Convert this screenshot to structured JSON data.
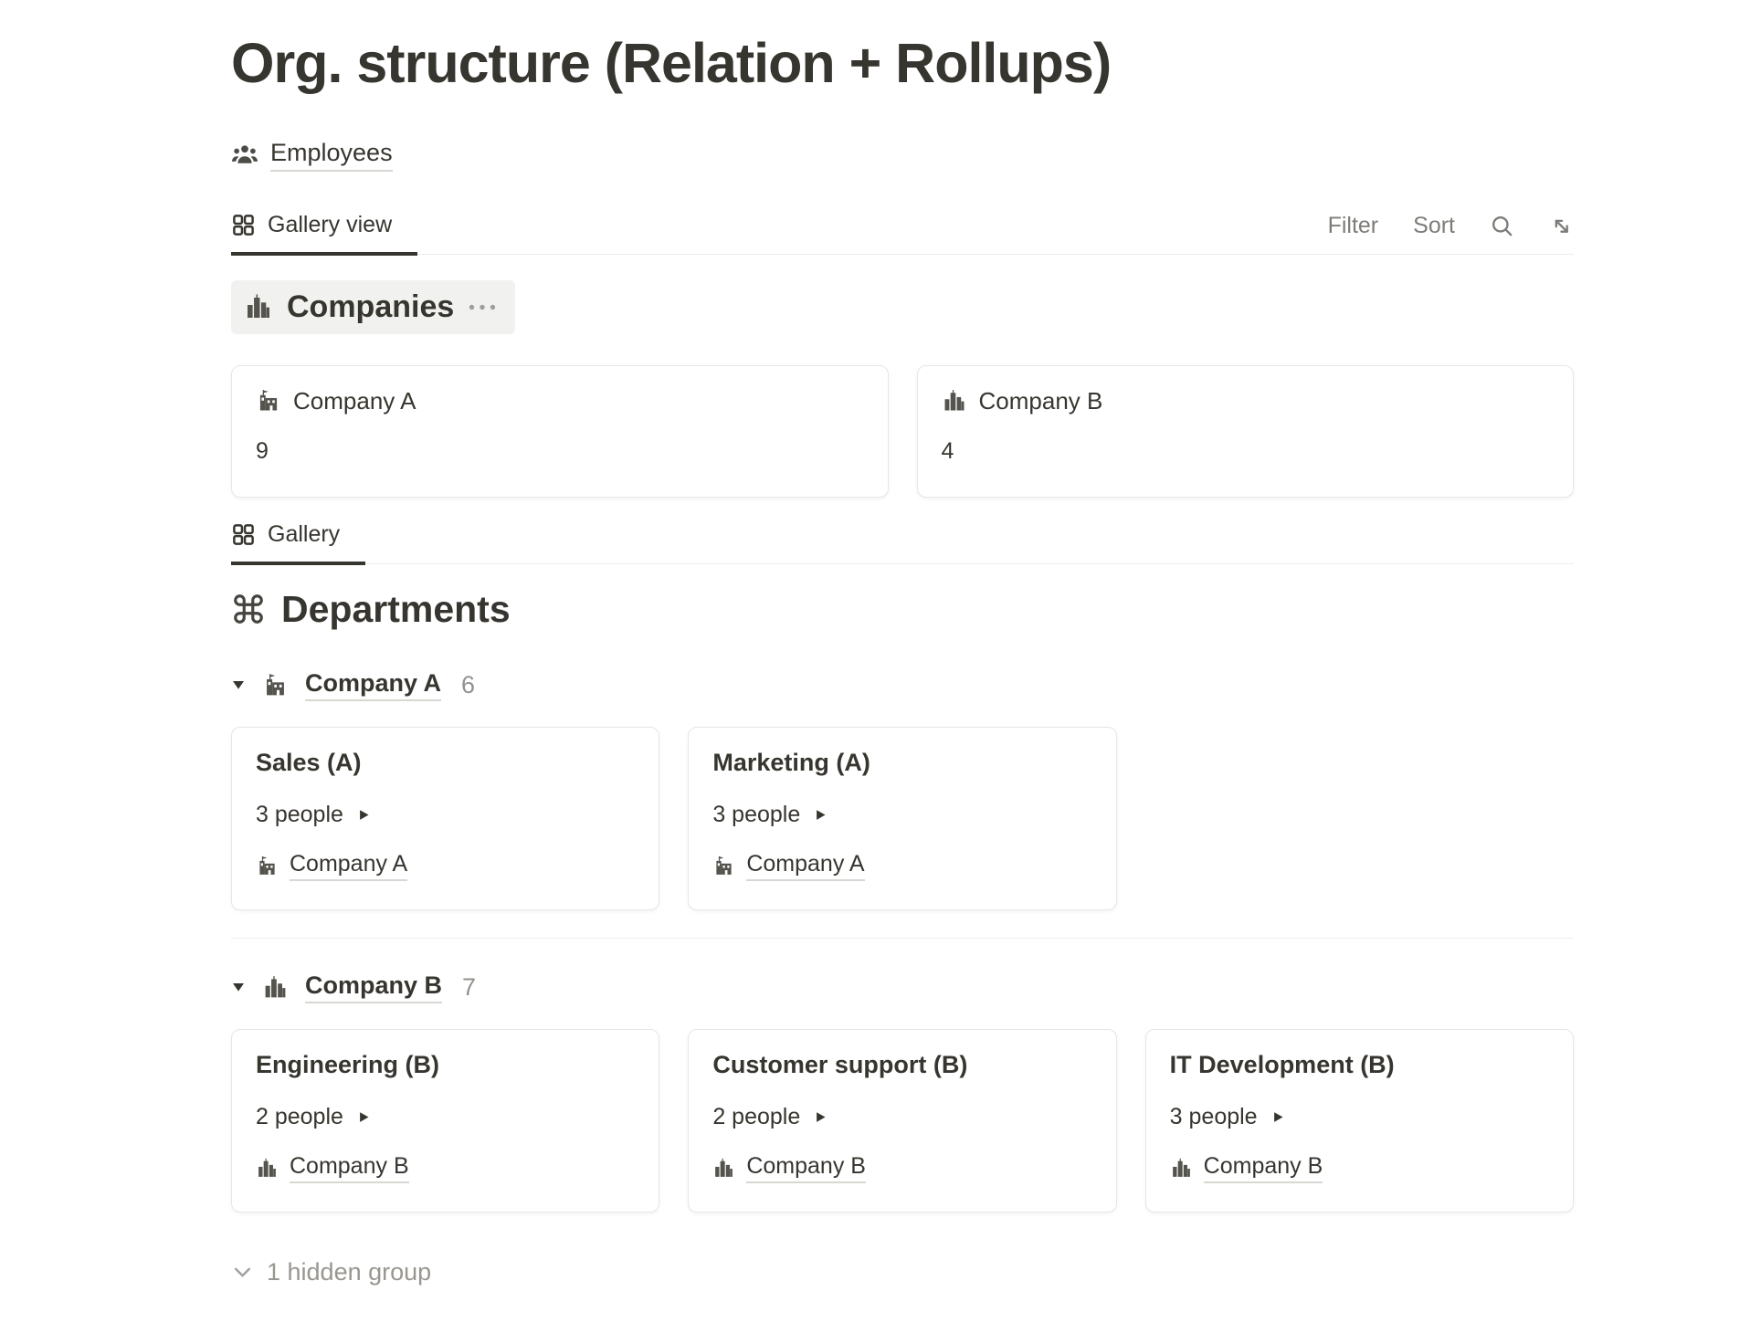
{
  "page": {
    "title": "Org. structure (Relation + Rollups)"
  },
  "header": {
    "employees_link": "Employees"
  },
  "companies_view": {
    "tab_label": "Gallery view",
    "toolbar": {
      "filter_label": "Filter",
      "sort_label": "Sort",
      "icons": [
        "search-icon",
        "expand-icon"
      ]
    },
    "group_header": {
      "title": "Companies",
      "icon": "cityscape-icon",
      "menu_icon": "ellipsis-icon"
    },
    "cards": [
      {
        "icon": "school-building-icon",
        "title": "Company A",
        "rollup_count": "9"
      },
      {
        "icon": "cityscape-icon",
        "title": "Company B",
        "rollup_count": "4"
      }
    ]
  },
  "departments_view": {
    "tab_label": "Gallery",
    "section_title": "Departments",
    "section_icon": "command-icon",
    "groups": [
      {
        "company": "Company A",
        "icon": "school-building-icon",
        "count": "6",
        "cards": [
          {
            "title": "Sales (A)",
            "people_label": "3 people",
            "company_link": "Company A",
            "company_icon": "school-building-icon"
          },
          {
            "title": "Marketing (A)",
            "people_label": "3 people",
            "company_link": "Company A",
            "company_icon": "school-building-icon"
          }
        ]
      },
      {
        "company": "Company B",
        "icon": "cityscape-icon",
        "count": "7",
        "cards": [
          {
            "title": "Engineering (B)",
            "people_label": "2 people",
            "company_link": "Company B",
            "company_icon": "cityscape-icon"
          },
          {
            "title": "Customer support (B)",
            "people_label": "2 people",
            "company_link": "Company B",
            "company_icon": "cityscape-icon"
          },
          {
            "title": "IT Development (B)",
            "people_label": "3 people",
            "company_link": "Company B",
            "company_icon": "cityscape-icon"
          }
        ]
      }
    ],
    "hidden_group_label": "1 hidden group"
  },
  "colors": {
    "text": "#37352f",
    "muted_count": "#91918e",
    "toolbar_gray": "#7d7c78",
    "divider": "#ededeb",
    "card_border": "#e7e6e2",
    "group_pill_bg": "#f1f1ef",
    "link_underline": "#d9d7d2"
  }
}
